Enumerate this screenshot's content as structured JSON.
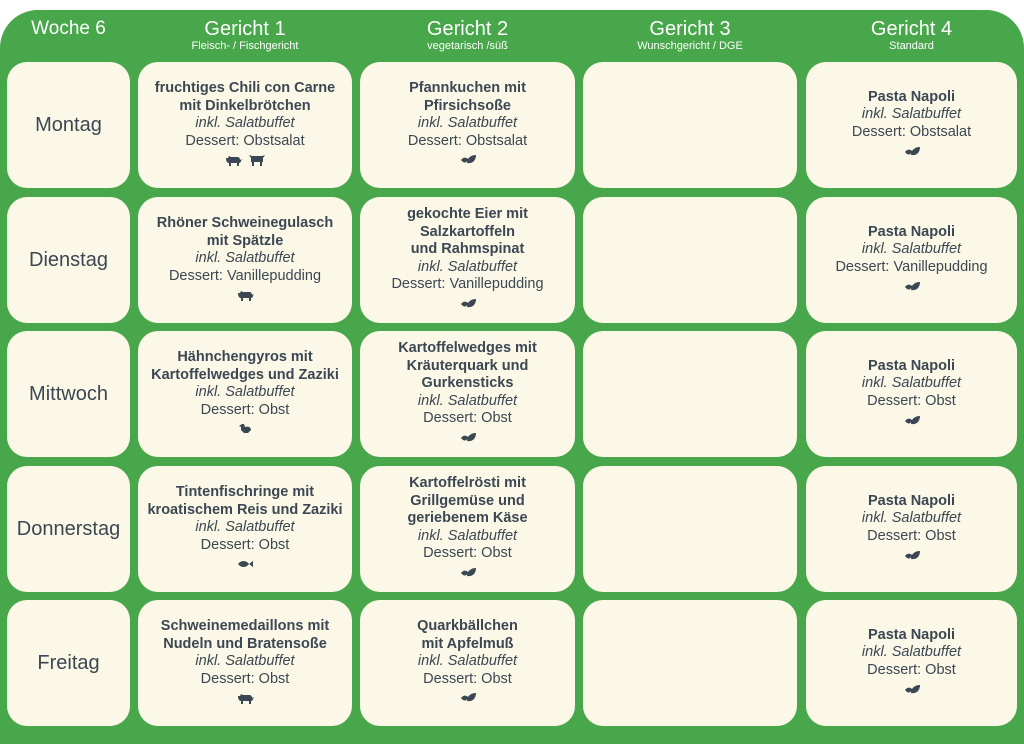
{
  "header": {
    "week": "Woche 6",
    "columns": [
      {
        "title": "Gericht 1",
        "subtitle": "Fleisch- / Fischgericht"
      },
      {
        "title": "Gericht 2",
        "subtitle": "vegetarisch /süß"
      },
      {
        "title": "Gericht 3",
        "subtitle": "Wunschgericht / DGE"
      },
      {
        "title": "Gericht 4",
        "subtitle": "Standard"
      }
    ]
  },
  "rows": [
    {
      "day": "Montag",
      "dishes": [
        {
          "title": "fruchtiges Chili con Carne\nmit Dinkelbrötchen",
          "salad": "inkl. Salatbuffet",
          "dessert": "Dessert: Obstsalat",
          "icons": [
            "pig",
            "cow"
          ]
        },
        {
          "title": "Pfannkuchen mit\nPfirsichsoße",
          "salad": "inkl. Salatbuffet",
          "dessert": "Dessert: Obstsalat",
          "icons": [
            "leaf"
          ]
        },
        null,
        {
          "title": "Pasta Napoli",
          "salad": "inkl. Salatbuffet",
          "dessert": "Dessert: Obstsalat",
          "icons": [
            "leaf"
          ]
        }
      ]
    },
    {
      "day": "Dienstag",
      "dishes": [
        {
          "title": "Rhöner Schweinegulasch\nmit Spätzle",
          "salad": "inkl. Salatbuffet",
          "dessert": "Dessert: Vanillepudding",
          "icons": [
            "pig"
          ]
        },
        {
          "title": "gekochte Eier mit\nSalzkartoffeln\nund Rahmspinat",
          "salad": "inkl. Salatbuffet",
          "dessert": "Dessert: Vanillepudding",
          "icons": [
            "leaf"
          ]
        },
        null,
        {
          "title": "Pasta Napoli",
          "salad": "inkl. Salatbuffet",
          "dessert": "Dessert: Vanillepudding",
          "icons": [
            "leaf"
          ]
        }
      ]
    },
    {
      "day": "Mittwoch",
      "dishes": [
        {
          "title": "Hähnchengyros mit\nKartoffelwedges und Zaziki",
          "salad": "inkl. Salatbuffet",
          "dessert": "Dessert: Obst",
          "icons": [
            "chicken"
          ]
        },
        {
          "title": "Kartoffelwedges mit\nKräuterquark und\nGurkensticks",
          "salad": "inkl. Salatbuffet",
          "dessert": "Dessert: Obst",
          "icons": [
            "leaf"
          ]
        },
        null,
        {
          "title": "Pasta Napoli",
          "salad": "inkl. Salatbuffet",
          "dessert": "Dessert: Obst",
          "icons": [
            "leaf"
          ]
        }
      ]
    },
    {
      "day": "Donnerstag",
      "dishes": [
        {
          "title": "Tintenfischringe mit\nkroatischem Reis und Zaziki",
          "salad": "inkl. Salatbuffet",
          "dessert": "Dessert: Obst",
          "icons": [
            "fish"
          ]
        },
        {
          "title": "Kartoffelrösti mit\nGrillgemüse und\ngeriebenem Käse",
          "salad": "inkl. Salatbuffet",
          "dessert": "Dessert: Obst",
          "icons": [
            "leaf"
          ]
        },
        null,
        {
          "title": "Pasta Napoli",
          "salad": "inkl. Salatbuffet",
          "dessert": "Dessert: Obst",
          "icons": [
            "leaf"
          ]
        }
      ]
    },
    {
      "day": "Freitag",
      "dishes": [
        {
          "title": "Schweinemedaillons mit\nNudeln und Bratensoße",
          "salad": "inkl. Salatbuffet",
          "dessert": "Dessert: Obst",
          "icons": [
            "pig"
          ]
        },
        {
          "title": "Quarkbällchen\nmit Apfelmuß",
          "salad": "inkl. Salatbuffet",
          "dessert": "Dessert: Obst",
          "icons": [
            "leaf"
          ]
        },
        null,
        {
          "title": "Pasta Napoli",
          "salad": "inkl. Salatbuffet",
          "dessert": "Dessert: Obst",
          "icons": [
            "leaf"
          ]
        }
      ]
    }
  ]
}
